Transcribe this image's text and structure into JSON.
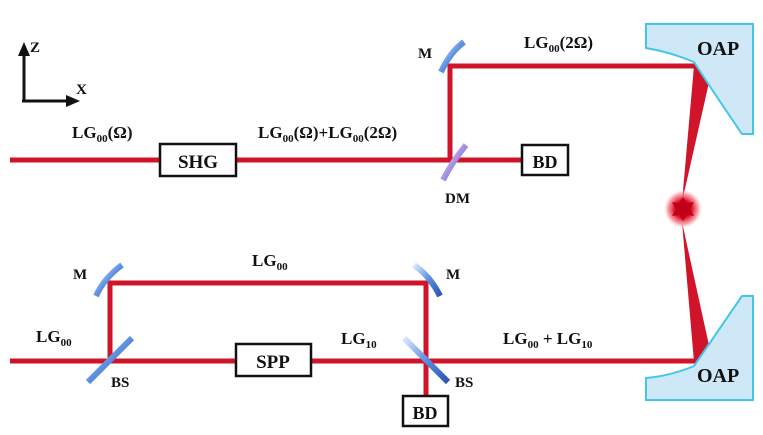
{
  "axes": {
    "z_label": "Z",
    "x_label": "X"
  },
  "components": {
    "shg": "SHG",
    "spp": "SPP",
    "bd_top": "BD",
    "bd_bottom": "BD",
    "oap_top": "OAP",
    "oap_bottom": "OAP"
  },
  "mirror_labels": {
    "m_top": "M",
    "dm": "DM",
    "m_left": "M",
    "m_right": "M",
    "bs_left": "BS",
    "bs_right": "BS"
  },
  "beam_labels": {
    "input_top": {
      "base": "LG",
      "sub": "00",
      "tail": "(Ω)"
    },
    "after_shg": {
      "base": "LG",
      "sub": "00",
      "tail": "(Ω)+",
      "base2": "LG",
      "sub2": "00",
      "tail2": "(2Ω)"
    },
    "top_branch": {
      "base": "LG",
      "sub": "00",
      "tail": "(2Ω)"
    },
    "bottom_loop": {
      "base": "LG",
      "sub": "00"
    },
    "input_bottom": {
      "base": "LG",
      "sub": "00"
    },
    "after_spp": {
      "base": "LG",
      "sub": "10"
    },
    "combined": {
      "base": "LG",
      "sub": "00",
      "tail": " + ",
      "base2": "LG",
      "sub2": "10"
    }
  },
  "colors": {
    "beam": "#d0142a",
    "mirror": "#4a7fd6",
    "dichroic": "#9b8ad6",
    "oap_fill": "#cfe8f7",
    "oap_edge": "#43c7e8",
    "focus": "#d81428"
  }
}
